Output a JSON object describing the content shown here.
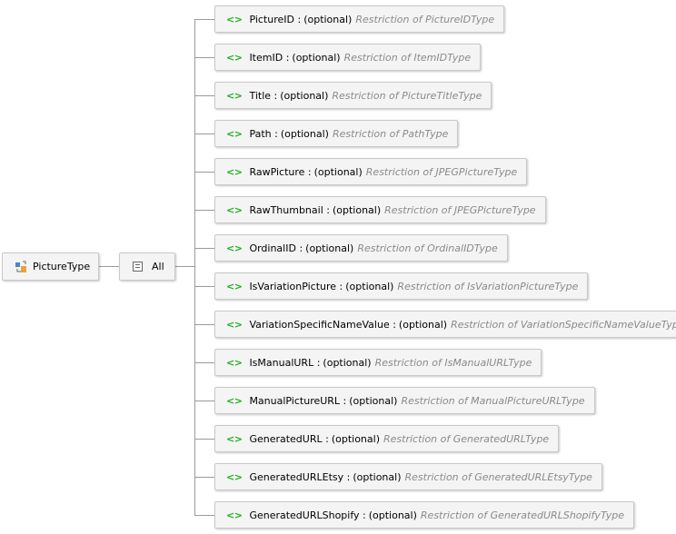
{
  "root": {
    "label": "PictureType",
    "icon": "complex-type-icon"
  },
  "compositor": {
    "label": "All",
    "icon": "all-compositor-icon"
  },
  "element_icon_glyph": "<>",
  "elements": [
    {
      "name": "PictureID :",
      "occurrence": "(optional)",
      "type": "Restriction of PictureIDType"
    },
    {
      "name": "ItemID :",
      "occurrence": "(optional)",
      "type": "Restriction of ItemIDType"
    },
    {
      "name": "Title :",
      "occurrence": "(optional)",
      "type": "Restriction of PictureTitleType"
    },
    {
      "name": "Path :",
      "occurrence": "(optional)",
      "type": "Restriction of PathType"
    },
    {
      "name": "RawPicture :",
      "occurrence": "(optional)",
      "type": "Restriction of JPEGPictureType"
    },
    {
      "name": "RawThumbnail :",
      "occurrence": "(optional)",
      "type": "Restriction of JPEGPictureType"
    },
    {
      "name": "OrdinalID :",
      "occurrence": "(optional)",
      "type": "Restriction of OrdinalIDType"
    },
    {
      "name": "IsVariationPicture :",
      "occurrence": "(optional)",
      "type": "Restriction of IsVariationPictureType"
    },
    {
      "name": "VariationSpecificNameValue :",
      "occurrence": "(optional)",
      "type": "Restriction of VariationSpecificNameValueType"
    },
    {
      "name": "IsManualURL :",
      "occurrence": "(optional)",
      "type": "Restriction of IsManualURLType"
    },
    {
      "name": "ManualPictureURL :",
      "occurrence": "(optional)",
      "type": "Restriction of ManualPictureURLType"
    },
    {
      "name": "GeneratedURL :",
      "occurrence": "(optional)",
      "type": "Restriction of GeneratedURLType"
    },
    {
      "name": "GeneratedURLEtsy :",
      "occurrence": "(optional)",
      "type": "Restriction of GeneratedURLEtsyType"
    },
    {
      "name": "GeneratedURLShopify :",
      "occurrence": "(optional)",
      "type": "Restriction of GeneratedURLShopifyType"
    }
  ],
  "colors": {
    "element_icon": "#1fae1f",
    "type_text": "#8a8a8a",
    "box_bg": "#f4f4f4",
    "connector": "#9a9a9a"
  }
}
